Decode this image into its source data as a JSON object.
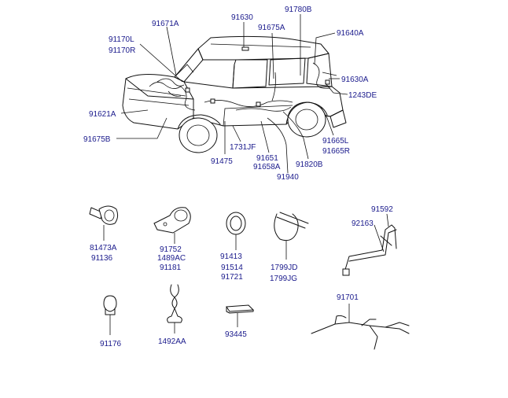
{
  "labels": {
    "l91671A": "91671A",
    "l91630": "91630",
    "l91780B": "91780B",
    "l91170L": "91170L",
    "l91170R": "91170R",
    "l91675A": "91675A",
    "l91640A": "91640A",
    "l91630A": "91630A",
    "l1243DE": "1243DE",
    "l91621A": "91621A",
    "l91675B": "91675B",
    "l1731JF": "1731JF",
    "l91651": "91651",
    "l91658A": "91658A",
    "l91475": "91475",
    "l91940": "91940",
    "l91820B": "91820B",
    "l91665L": "91665L",
    "l91665R": "91665R",
    "l81473A": "81473A",
    "l91136": "91136",
    "l91752": "91752",
    "l1489AC": "1489AC",
    "l91181": "91181",
    "l91413": "91413",
    "l91514": "91514",
    "l91721": "91721",
    "l1799JD": "1799JD",
    "l1799JG": "1799JG",
    "l92163": "92163",
    "l91592": "91592",
    "l91176": "91176",
    "l1492AA": "1492AA",
    "l93445": "93445",
    "l91701": "91701"
  }
}
